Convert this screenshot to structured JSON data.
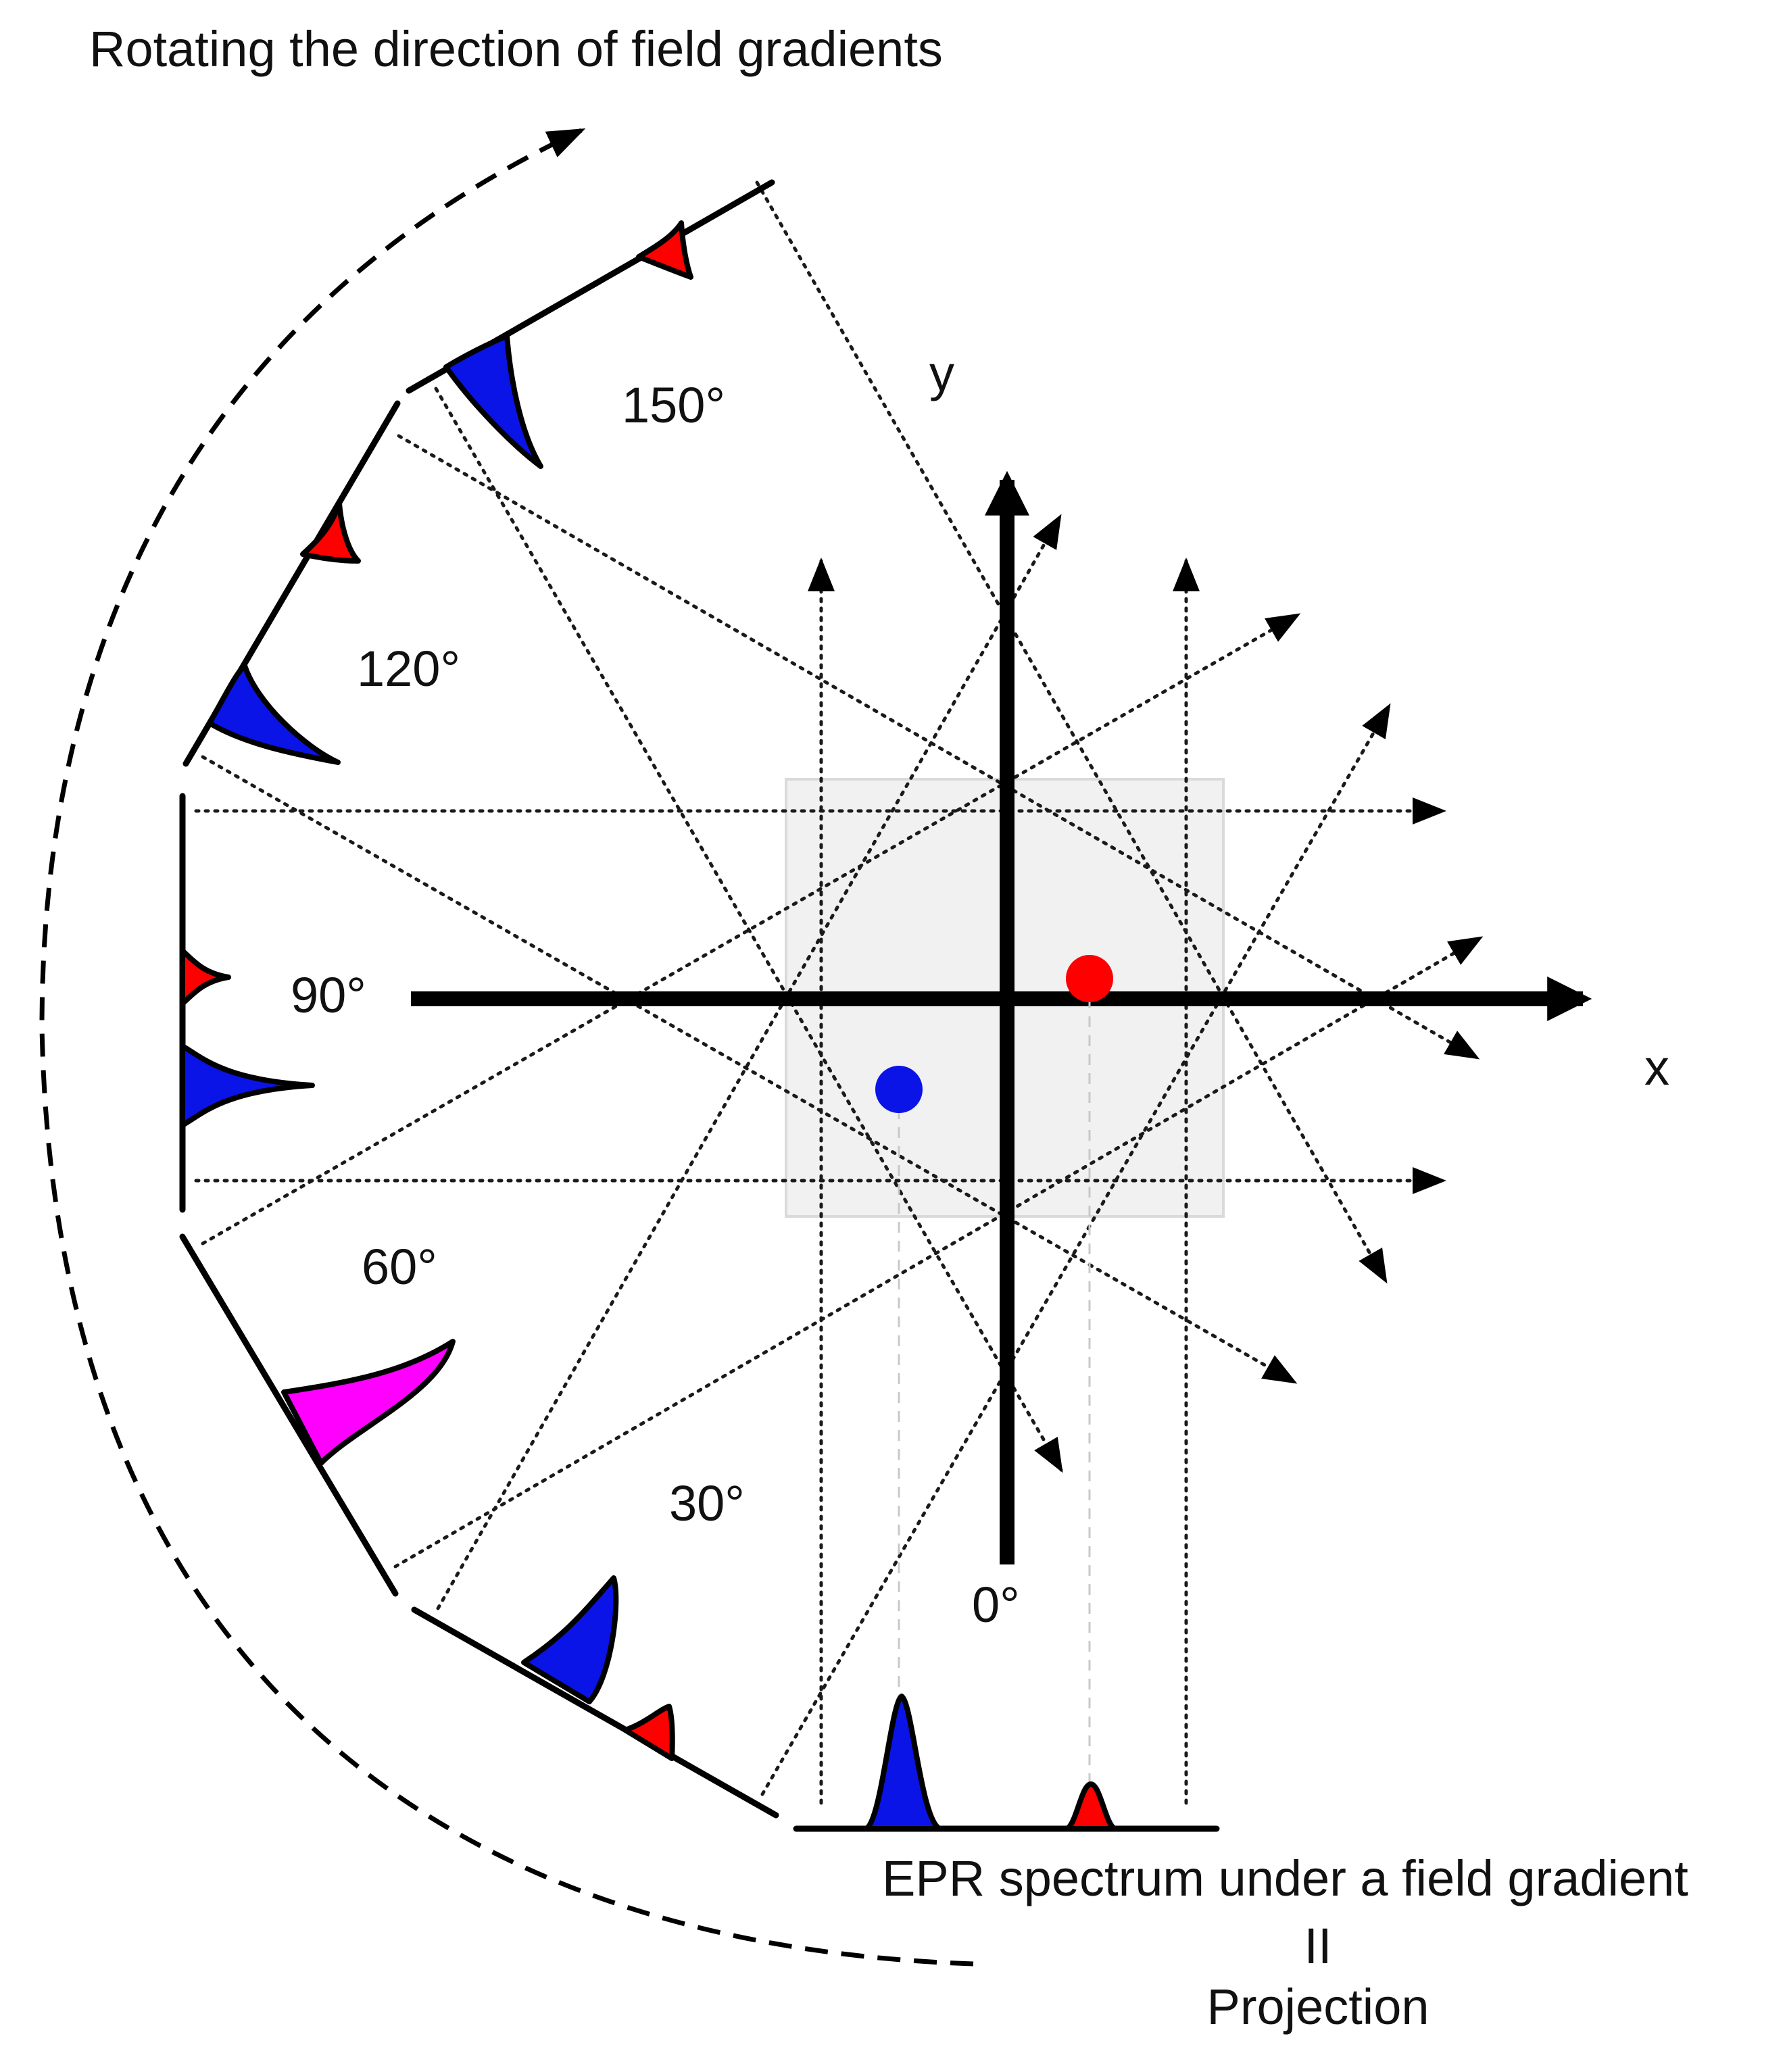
{
  "title": "Rotating the direction of field gradients",
  "axes": {
    "x_label": "x",
    "y_label": "y"
  },
  "angles": [
    {
      "id": "deg0",
      "label": "0°"
    },
    {
      "id": "deg30",
      "label": "30°"
    },
    {
      "id": "deg60",
      "label": "60°"
    },
    {
      "id": "deg90",
      "label": "90°"
    },
    {
      "id": "deg120",
      "label": "120°"
    },
    {
      "id": "deg150",
      "label": "150°"
    }
  ],
  "caption": {
    "line1": "EPR spectrum under a  field gradient",
    "line2": "II",
    "line3": "Projection"
  },
  "colors": {
    "spin_a": "#0a14e6",
    "spin_b": "#ff0000",
    "merged": "#ff00ff",
    "sample_region": "#f1f1f1"
  }
}
